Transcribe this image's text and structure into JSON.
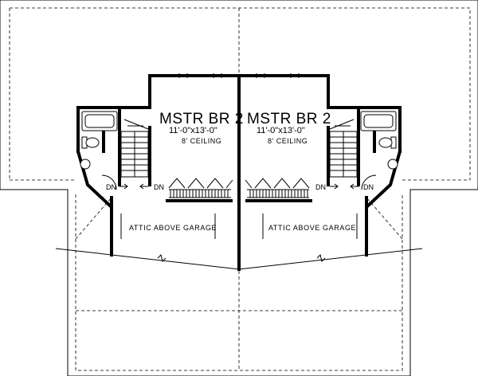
{
  "units": [
    {
      "room_name": "MSTR BR 2",
      "dimensions": "11'-0\"x13'-0\"",
      "ceiling": "8' CEILING",
      "stairs_left": "DN",
      "stairs_right": "DN",
      "attic_label": "ATTIC ABOVE GARAGE"
    },
    {
      "room_name": "MSTR BR 2",
      "dimensions": "11'-0\"x13'-0\"",
      "ceiling": "8' CEILING",
      "stairs_left": "DN",
      "stairs_right": "DN",
      "attic_label": "ATTIC ABOVE GARAGE"
    }
  ]
}
